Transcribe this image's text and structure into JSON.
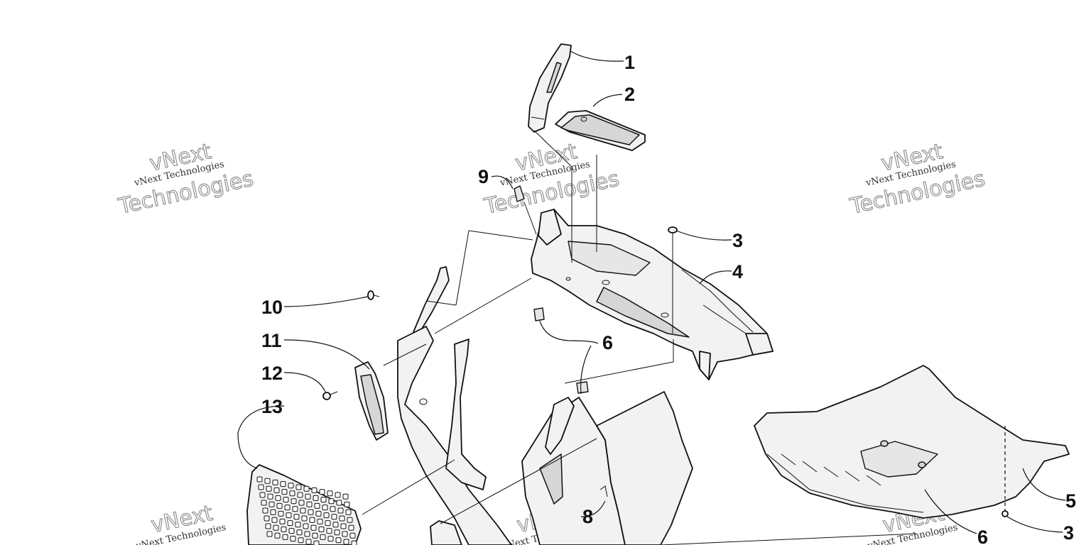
{
  "diagram": {
    "callouts": [
      "1",
      "2",
      "3",
      "4",
      "5",
      "6",
      "8",
      "9",
      "10",
      "11",
      "12",
      "13"
    ],
    "callout_3_b": "3",
    "callout_6_b": "6",
    "watermark": {
      "small": "vNext Technologies",
      "outline_top": "vNext",
      "outline_bottom": "Technologies"
    }
  }
}
